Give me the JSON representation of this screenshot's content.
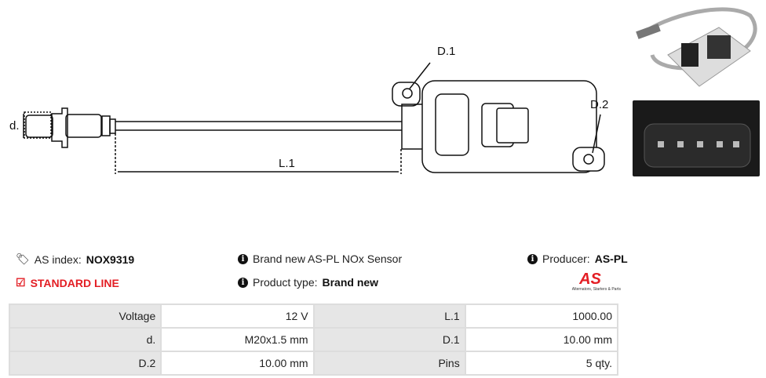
{
  "drawing": {
    "labels": {
      "d": "d.",
      "d1": "D.1",
      "d2": "D.2",
      "l1": "L.1"
    }
  },
  "info": {
    "as_index_label": "AS index:",
    "as_index_value": "NOX9319",
    "line_label": "STANDARD LINE",
    "description": "Brand new AS-PL NOx Sensor",
    "product_type_label": "Product type:",
    "product_type_value": "Brand new",
    "producer_label": "Producer:",
    "producer_value": "AS-PL"
  },
  "logo": {
    "text": "AS",
    "tagline": "Alternators, Starters & Parts"
  },
  "specs": [
    [
      {
        "k": "Voltage",
        "v": "12 V"
      },
      {
        "k": "L.1",
        "v": "1000.00"
      }
    ],
    [
      {
        "k": "d.",
        "v": "M20x1.5 mm"
      },
      {
        "k": "D.1",
        "v": "10.00 mm"
      }
    ],
    [
      {
        "k": "D.2",
        "v": "10.00 mm"
      },
      {
        "k": "Pins",
        "v": "5 qty."
      }
    ]
  ],
  "colors": {
    "accent": "#e31e24"
  }
}
